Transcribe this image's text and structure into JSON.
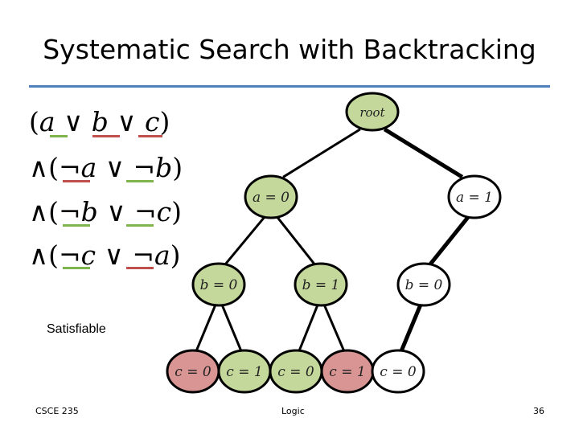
{
  "slide": {
    "title": "Systematic Search with Backtracking",
    "status": "Satisfiable",
    "footer_left": "CSCE 235",
    "footer_center": "Logic",
    "page_number": "36"
  },
  "formula": {
    "clauses": [
      {
        "prefix": "(",
        "lit1": "a",
        "op": "∨",
        "lit2": "b",
        "op2": "∨",
        "lit3": "c",
        "suffix": ")"
      },
      {
        "prefix": "∧(",
        "lit1": "¬a",
        "op": "∨",
        "lit2": "¬b",
        "suffix": ")"
      },
      {
        "prefix": "∧(",
        "lit1": "¬b",
        "op": "∨",
        "lit2": "¬c",
        "suffix": ")"
      },
      {
        "prefix": "∧(",
        "lit1": "¬c",
        "op": "∨",
        "lit2": "¬a",
        "suffix": ")"
      }
    ],
    "colors": {
      "true": "#7fb54c",
      "false": "#c0504d"
    }
  },
  "tree": {
    "colors": {
      "green": "#c5d89b",
      "red": "#d99594",
      "white": "#ffffff"
    },
    "nodes": [
      {
        "id": "root",
        "label": "root",
        "fill": "green"
      },
      {
        "id": "a0",
        "label": "a = 0",
        "fill": "green"
      },
      {
        "id": "a1",
        "label": "a = 1",
        "fill": "white"
      },
      {
        "id": "a0b0",
        "label": "b = 0",
        "fill": "green"
      },
      {
        "id": "a0b1",
        "label": "b = 1",
        "fill": "green"
      },
      {
        "id": "a1b0",
        "label": "b = 0",
        "fill": "white"
      },
      {
        "id": "a0b0c0",
        "label": "c = 0",
        "fill": "red"
      },
      {
        "id": "a0b0c1",
        "label": "c = 1",
        "fill": "green"
      },
      {
        "id": "a0b1c0",
        "label": "c = 0",
        "fill": "green"
      },
      {
        "id": "a0b1c1",
        "label": "c = 1",
        "fill": "red"
      },
      {
        "id": "a1b0c0",
        "label": "c = 0",
        "fill": "white"
      }
    ],
    "edges": [
      {
        "from": "root",
        "to": "a0"
      },
      {
        "from": "root",
        "to": "a1"
      },
      {
        "from": "a0",
        "to": "a0b0"
      },
      {
        "from": "a0",
        "to": "a0b1"
      },
      {
        "from": "a1",
        "to": "a1b0"
      },
      {
        "from": "a0b0",
        "to": "a0b0c0"
      },
      {
        "from": "a0b0",
        "to": "a0b0c1"
      },
      {
        "from": "a0b1",
        "to": "a0b1c0"
      },
      {
        "from": "a0b1",
        "to": "a0b1c1"
      },
      {
        "from": "a1b0",
        "to": "a1b0c0"
      }
    ]
  }
}
